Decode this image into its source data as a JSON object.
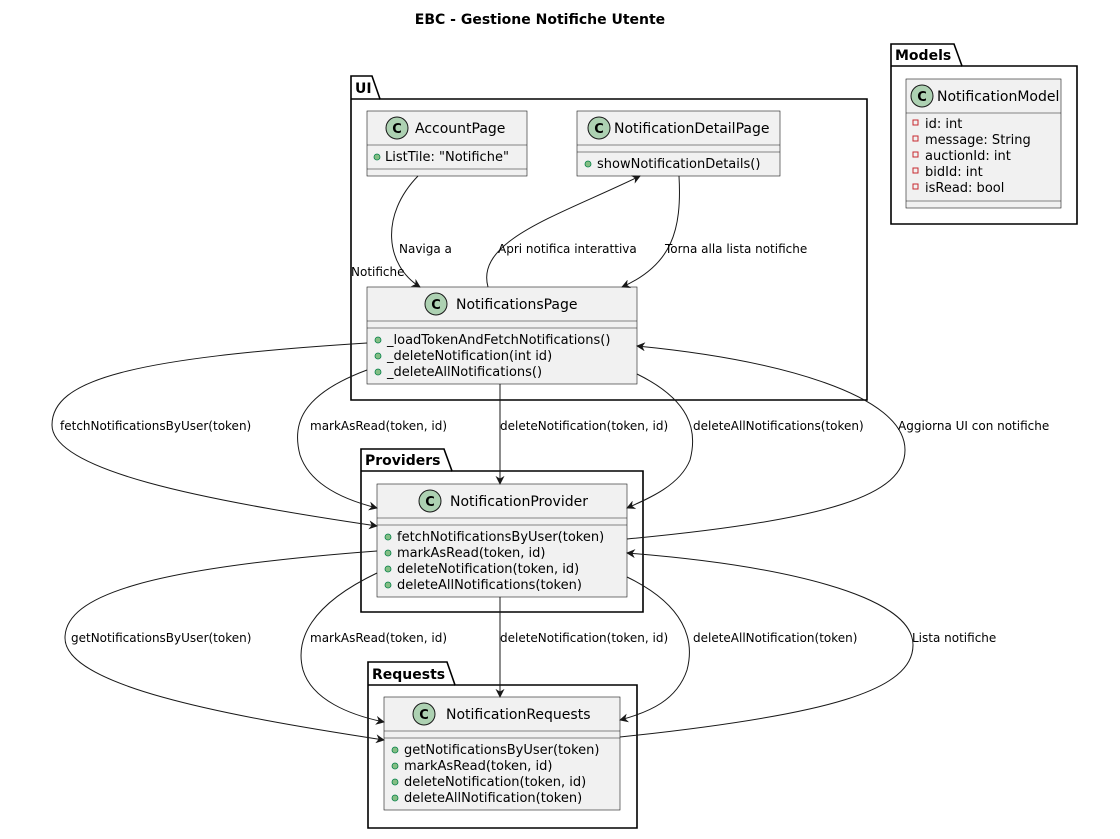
{
  "title": "EBC - Gestione Notifiche Utente",
  "packages": {
    "ui": "UI",
    "providers": "Providers",
    "requests": "Requests",
    "models": "Models"
  },
  "classes": {
    "account_page": {
      "name": "AccountPage",
      "members": [
        "ListTile: \"Notifiche\""
      ]
    },
    "notification_detail_page": {
      "name": "NotificationDetailPage",
      "members": [
        "showNotificationDetails()"
      ]
    },
    "notifications_page": {
      "name": "NotificationsPage",
      "members": [
        "_loadTokenAndFetchNotifications()",
        "_deleteNotification(int id)",
        "_deleteAllNotifications()"
      ]
    },
    "notification_provider": {
      "name": "NotificationProvider",
      "members": [
        "fetchNotificationsByUser(token)",
        "markAsRead(token, id)",
        "deleteNotification(token, id)",
        "deleteAllNotifications(token)"
      ]
    },
    "notification_requests": {
      "name": "NotificationRequests",
      "members": [
        "getNotificationsByUser(token)",
        "markAsRead(token, id)",
        "deleteNotification(token, id)",
        "deleteAllNotification(token)"
      ]
    },
    "notification_model": {
      "name": "NotificationModel",
      "members": [
        "id: int",
        "message: String",
        "auctionId: int",
        "bidId: int",
        "isRead: bool"
      ]
    }
  },
  "edges": {
    "naviga_a_line1": "Naviga a",
    "naviga_a_line2": "Notifiche",
    "apri_notifica": "Apri notifica interattiva",
    "torna_lista": "Torna alla lista notifiche",
    "ui_fetch": "fetchNotificationsByUser(token)",
    "ui_mark": "markAsRead(token, id)",
    "ui_delete": "deleteNotification(token, id)",
    "ui_delete_all": "deleteAllNotifications(token)",
    "aggiorna_ui": "Aggiorna UI con notifiche",
    "prov_get": "getNotificationsByUser(token)",
    "prov_mark": "markAsRead(token, id)",
    "prov_delete": "deleteNotification(token, id)",
    "prov_delete_all": "deleteAllNotification(token)",
    "lista_notifiche": "Lista notifiche"
  }
}
